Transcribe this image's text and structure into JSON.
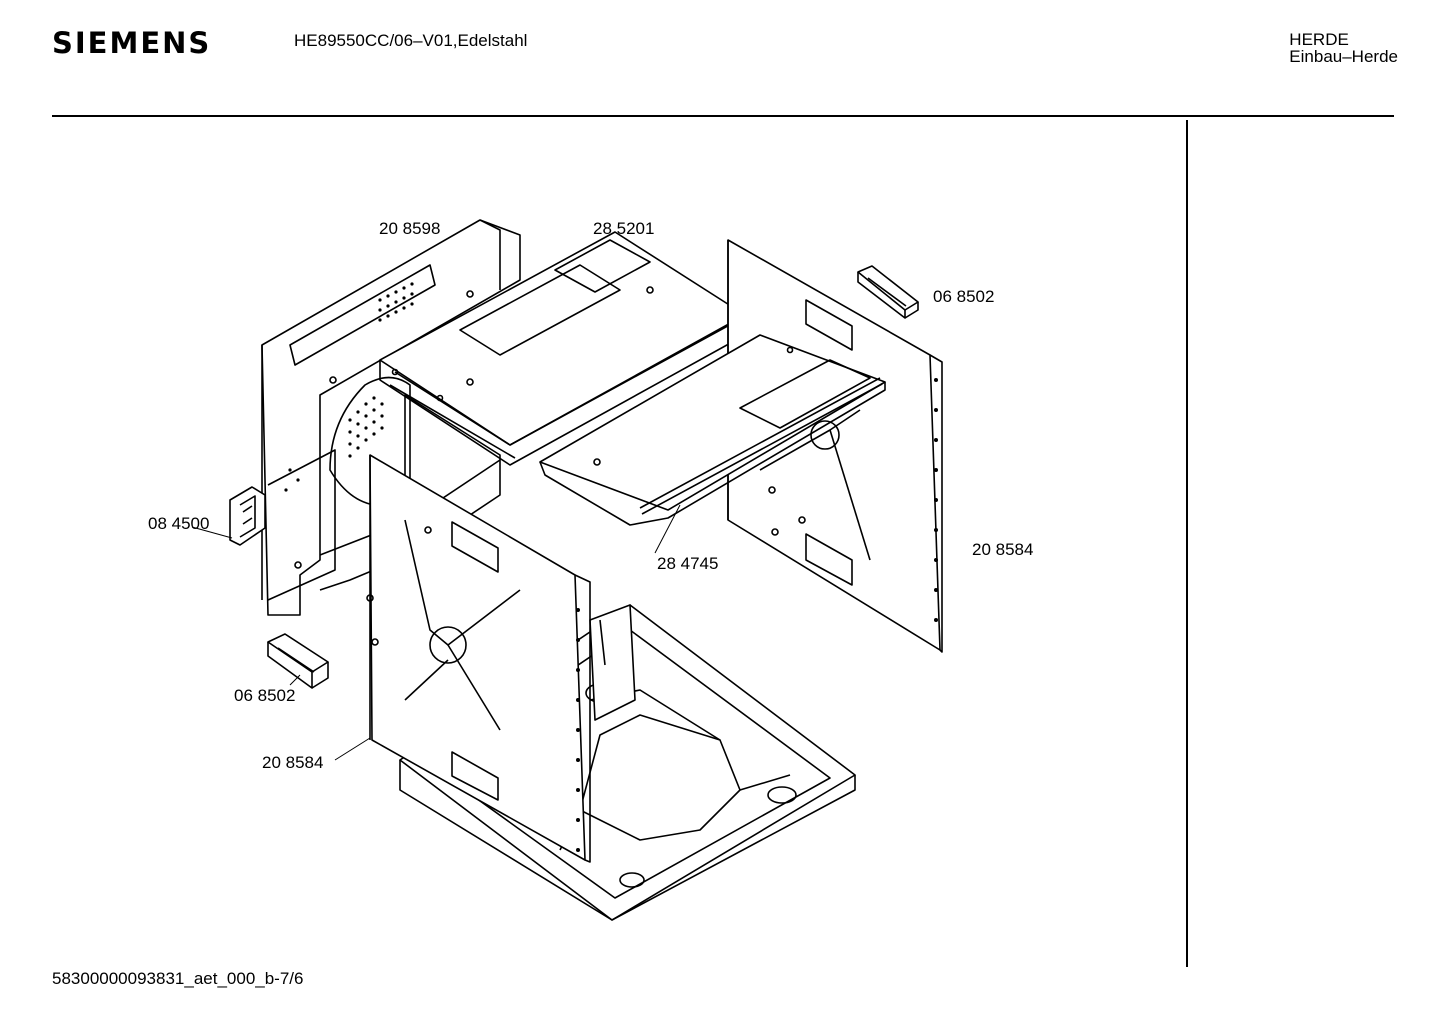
{
  "header": {
    "brand": "SIEMENS",
    "model": "HE89550CC/06–V01,Edelstahl",
    "category_line1": "HERDE",
    "category_line2": "Einbau–Herde"
  },
  "footer": {
    "doc_id": "58300000093831_aet_000_b-7/6"
  },
  "part_labels": {
    "p1": "20 8598",
    "p2": "28 5201",
    "p3": "06 8502",
    "p4": "08 4500",
    "p5": "28 4745",
    "p6": "20 8584",
    "p7": "06 8502",
    "p8": "20 8584"
  }
}
